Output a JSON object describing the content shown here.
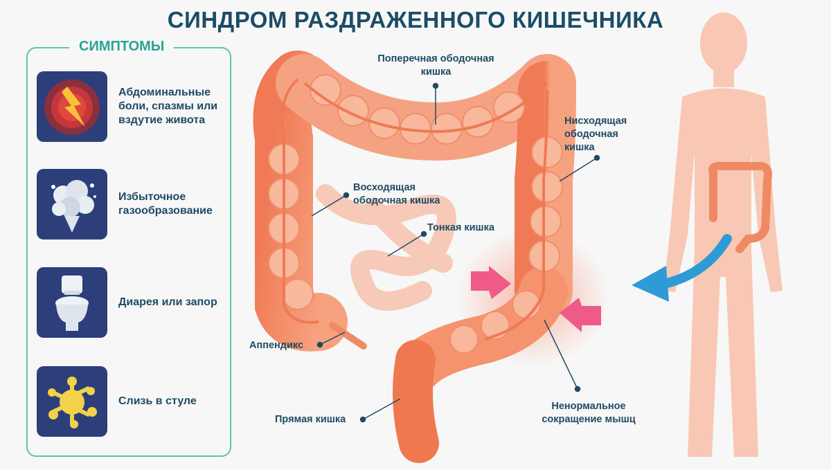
{
  "title": "СИНДРОМ РАЗДРАЖЕННОГО КИШЕЧНИКА",
  "symptoms_panel": {
    "title": "СИМПТОМЫ",
    "items": [
      {
        "icon": "pain-icon",
        "label": "Абдоминальные\nболи, спазмы или\nвздутие живота"
      },
      {
        "icon": "gas-icon",
        "label": "Избыточное\nгазообразование"
      },
      {
        "icon": "toilet-icon",
        "label": "Диарея или запор"
      },
      {
        "icon": "mucus-icon",
        "label": "Слизь в стуле"
      }
    ]
  },
  "anatomy_labels": {
    "transverse_colon": "Поперечная ободочная\nкишка",
    "descending_colon": "Нисходящая\nободочная\nкишка",
    "ascending_colon": "Восходящая\nободочная кишка",
    "small_intestine": "Тонкая кишка",
    "appendix": "Аппендикс",
    "rectum": "Прямая кишка",
    "abnormal_contraction": "Ненормальное\nсокращение мышц"
  },
  "colors": {
    "title": "#1b4d67",
    "accent": "#2aa395",
    "icon_bg": "#2c3f7a",
    "colon": "#f2845f",
    "arrow": "#2f9bd6",
    "pressure_arrow": "#ef5a86"
  }
}
